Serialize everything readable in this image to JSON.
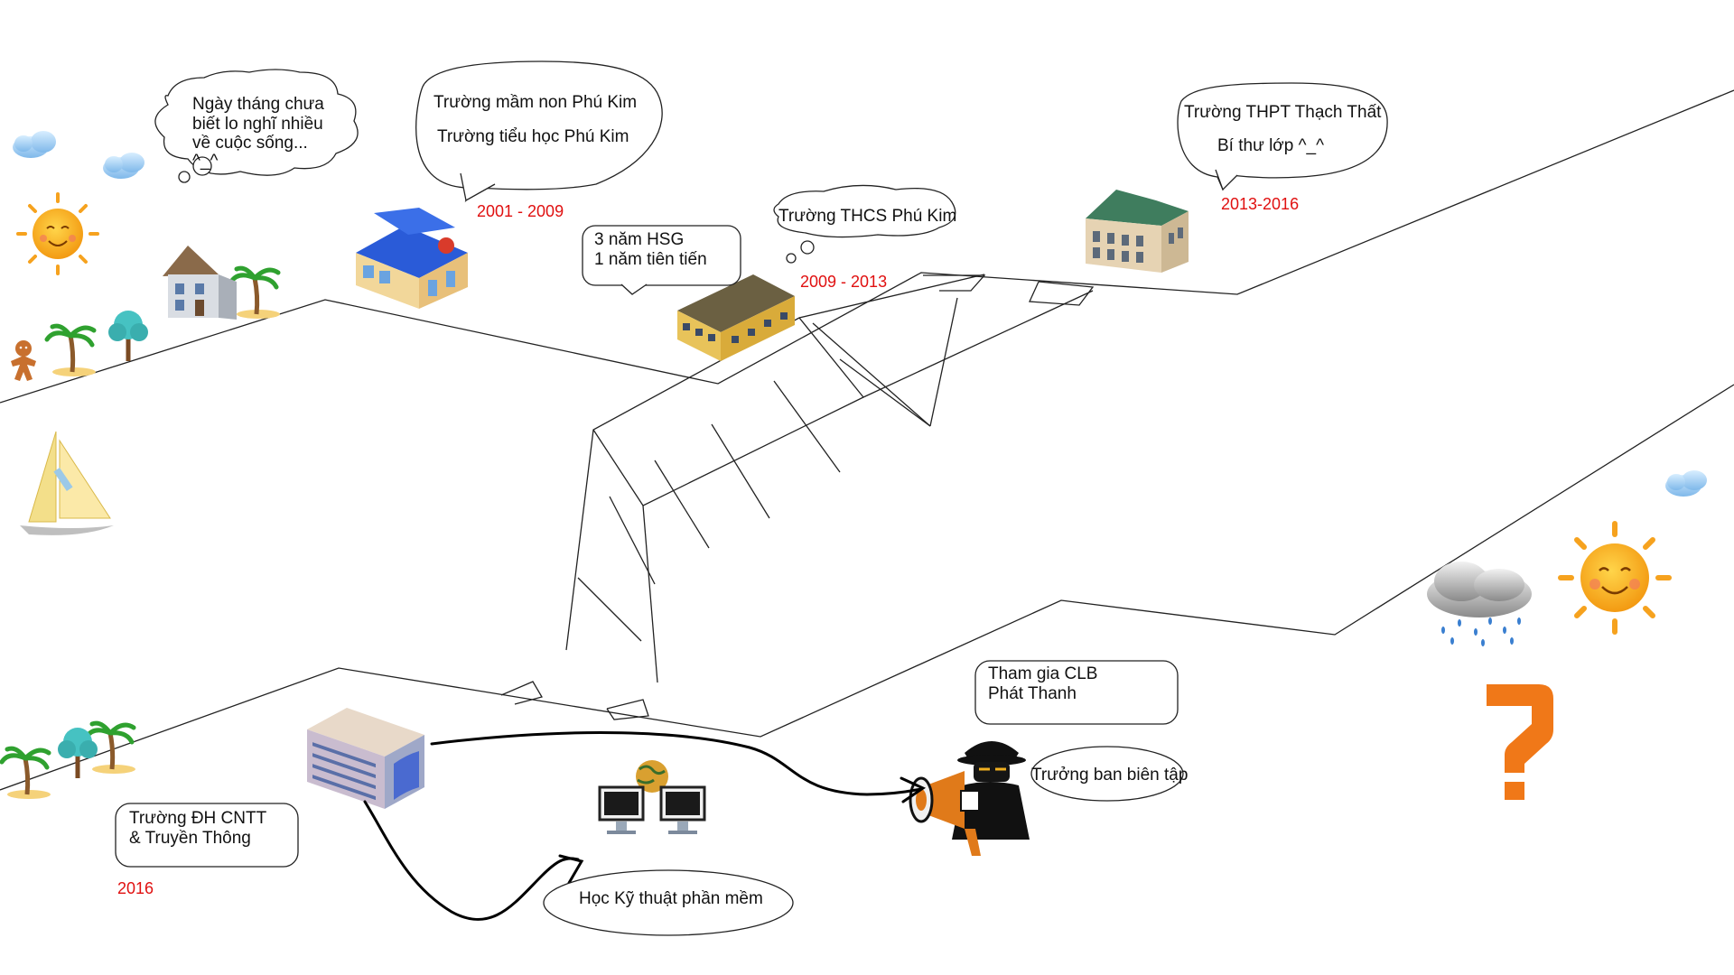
{
  "bubbles": {
    "childhood": [
      "Ngày tháng chưa",
      "biết lo nghĩ nhiều",
      "về cuộc sống...",
      "^_^"
    ],
    "primary": [
      "Trường mầm non Phú Kim",
      "Trường tiểu học Phú Kim"
    ],
    "secondary_awards": [
      "3 năm HSG",
      "1 năm tiên tiến"
    ],
    "secondary": "Trường THCS Phú Kim",
    "highschool": [
      "Trường THPT Thạch Thất",
      "Bí thư lớp ^_^"
    ],
    "university": [
      "Trường ĐH CNTT",
      "& Truyền Thông"
    ],
    "major": "Học Kỹ thuật phần mềm",
    "club": [
      "Tham gia CLB",
      "Phát Thanh"
    ],
    "club_role": "Trưởng ban biên tập"
  },
  "years": {
    "primary": "2001 - 2009",
    "secondary": "2009 - 2013",
    "highschool": "2013-2016",
    "university": "2016"
  },
  "colors": {
    "year_text": "#e01010",
    "roof_blue": "#2a5bd8",
    "question_mark": "#f07818",
    "sun": "#f6a21e"
  },
  "icons": [
    "cloud-icon",
    "sun-icon",
    "house-icon",
    "palm-tree-icon",
    "gingerbread-icon",
    "sailboat-icon",
    "school-icon",
    "building-icon",
    "globe-computers-icon",
    "megaphone-spy-icon",
    "rain-cloud-icon",
    "question-mark-icon"
  ]
}
